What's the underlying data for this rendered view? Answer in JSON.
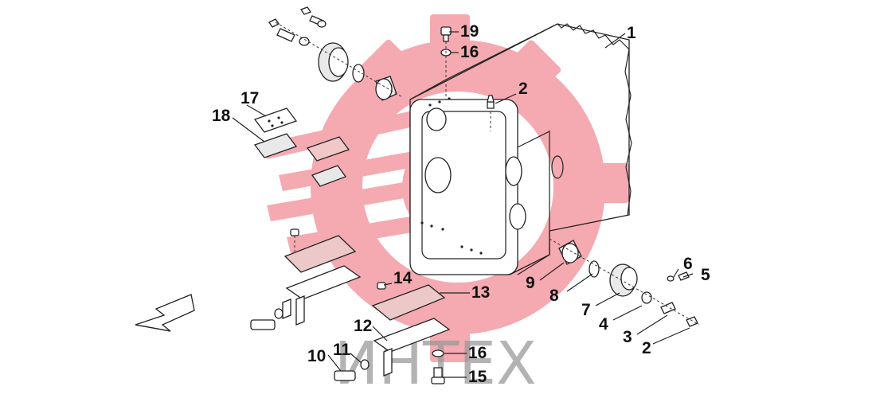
{
  "diagram": {
    "callouts": [
      {
        "id": "c1",
        "label": "1"
      },
      {
        "id": "c2a",
        "label": "2"
      },
      {
        "id": "c2b",
        "label": "2"
      },
      {
        "id": "c3",
        "label": "3"
      },
      {
        "id": "c4",
        "label": "4"
      },
      {
        "id": "c5",
        "label": "5"
      },
      {
        "id": "c6",
        "label": "6"
      },
      {
        "id": "c7",
        "label": "7"
      },
      {
        "id": "c8",
        "label": "8"
      },
      {
        "id": "c9",
        "label": "9"
      },
      {
        "id": "c10",
        "label": "10"
      },
      {
        "id": "c11",
        "label": "11"
      },
      {
        "id": "c12",
        "label": "12"
      },
      {
        "id": "c13",
        "label": "13"
      },
      {
        "id": "c14",
        "label": "14"
      },
      {
        "id": "c15",
        "label": "15"
      },
      {
        "id": "c16a",
        "label": "16"
      },
      {
        "id": "c16b",
        "label": "16"
      },
      {
        "id": "c17",
        "label": "17"
      },
      {
        "id": "c18",
        "label": "18"
      },
      {
        "id": "c19",
        "label": "19"
      }
    ]
  },
  "watermark": {
    "text": "ИНТЕХ",
    "logo_color": "#f4a0a8"
  }
}
